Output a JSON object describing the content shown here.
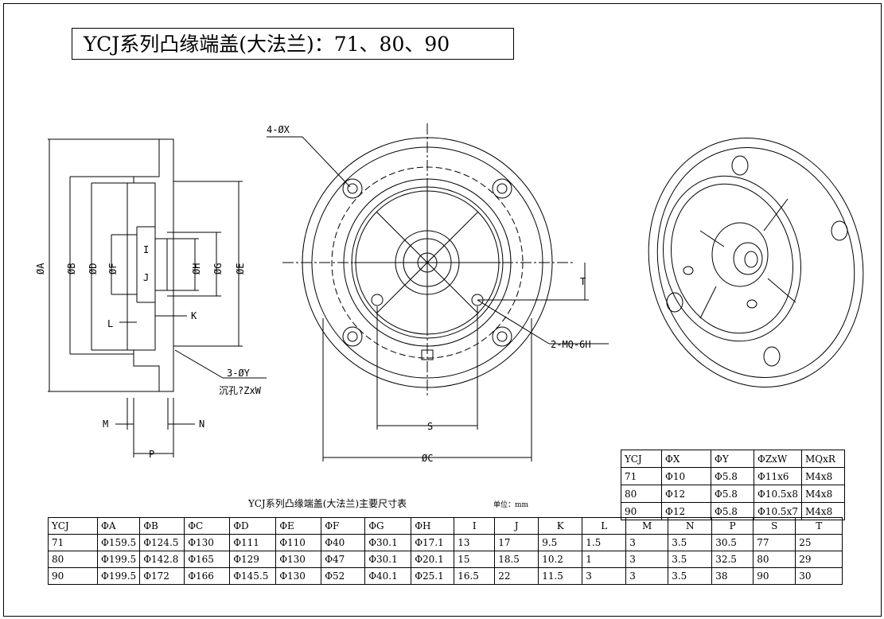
{
  "title": "YCJ系列凸缘端盖(大法兰)：71、80、90",
  "drawing_labels": {
    "side": {
      "A": "ØA",
      "B": "ØB",
      "D": "ØD",
      "F": "ØF",
      "H": "ØH",
      "G": "ØG",
      "E": "ØE",
      "I": "I",
      "J": "J",
      "L": "L",
      "K": "K",
      "M": "M",
      "N": "N",
      "P": "P",
      "Y": "3-ØY",
      "counterbore": "沉孔?ZxW"
    },
    "front": {
      "X": "4-ØX",
      "T": "T",
      "MQ": "2-MQ-6H",
      "S": "S",
      "C": "ØC"
    }
  },
  "table_caption": "YCJ系列凸缘端盖(大法兰)主要尺寸表",
  "unit": "单位：mm",
  "main_table": {
    "headers": [
      "YCJ",
      "ΦA",
      "ΦB",
      "ΦC",
      "ΦD",
      "ΦE",
      "ΦF",
      "ΦG",
      "ΦH",
      "I",
      "J",
      "K",
      "L",
      "M",
      "N",
      "P",
      "S",
      "T"
    ],
    "rows": [
      [
        "71",
        "Φ159.5",
        "Φ124.5",
        "Φ130",
        "Φ111",
        "Φ110",
        "Φ40",
        "Φ30.1",
        "Φ17.1",
        "13",
        "17",
        "9.5",
        "1.5",
        "3",
        "3.5",
        "30.5",
        "77",
        "25"
      ],
      [
        "80",
        "Φ199.5",
        "Φ142.8",
        "Φ165",
        "Φ129",
        "Φ130",
        "Φ47",
        "Φ30.1",
        "Φ20.1",
        "15",
        "18.5",
        "10.2",
        "1",
        "3",
        "3.5",
        "32.5",
        "80",
        "29"
      ],
      [
        "90",
        "Φ199.5",
        "Φ172",
        "Φ166",
        "Φ145.5",
        "Φ130",
        "Φ52",
        "Φ40.1",
        "Φ25.1",
        "16.5",
        "22",
        "11.5",
        "3",
        "3",
        "3.5",
        "38",
        "90",
        "30"
      ]
    ]
  },
  "small_table": {
    "headers": [
      "YCJ",
      "ΦX",
      "ΦY",
      "ΦZxW",
      "MQxR"
    ],
    "rows": [
      [
        "71",
        "Φ10",
        "Φ5.8",
        "Φ11x6",
        "M4x8"
      ],
      [
        "80",
        "Φ12",
        "Φ5.8",
        "Φ10.5x8",
        "M4x8"
      ],
      [
        "90",
        "Φ12",
        "Φ5.8",
        "Φ10.5x7",
        "M4x8"
      ]
    ]
  }
}
